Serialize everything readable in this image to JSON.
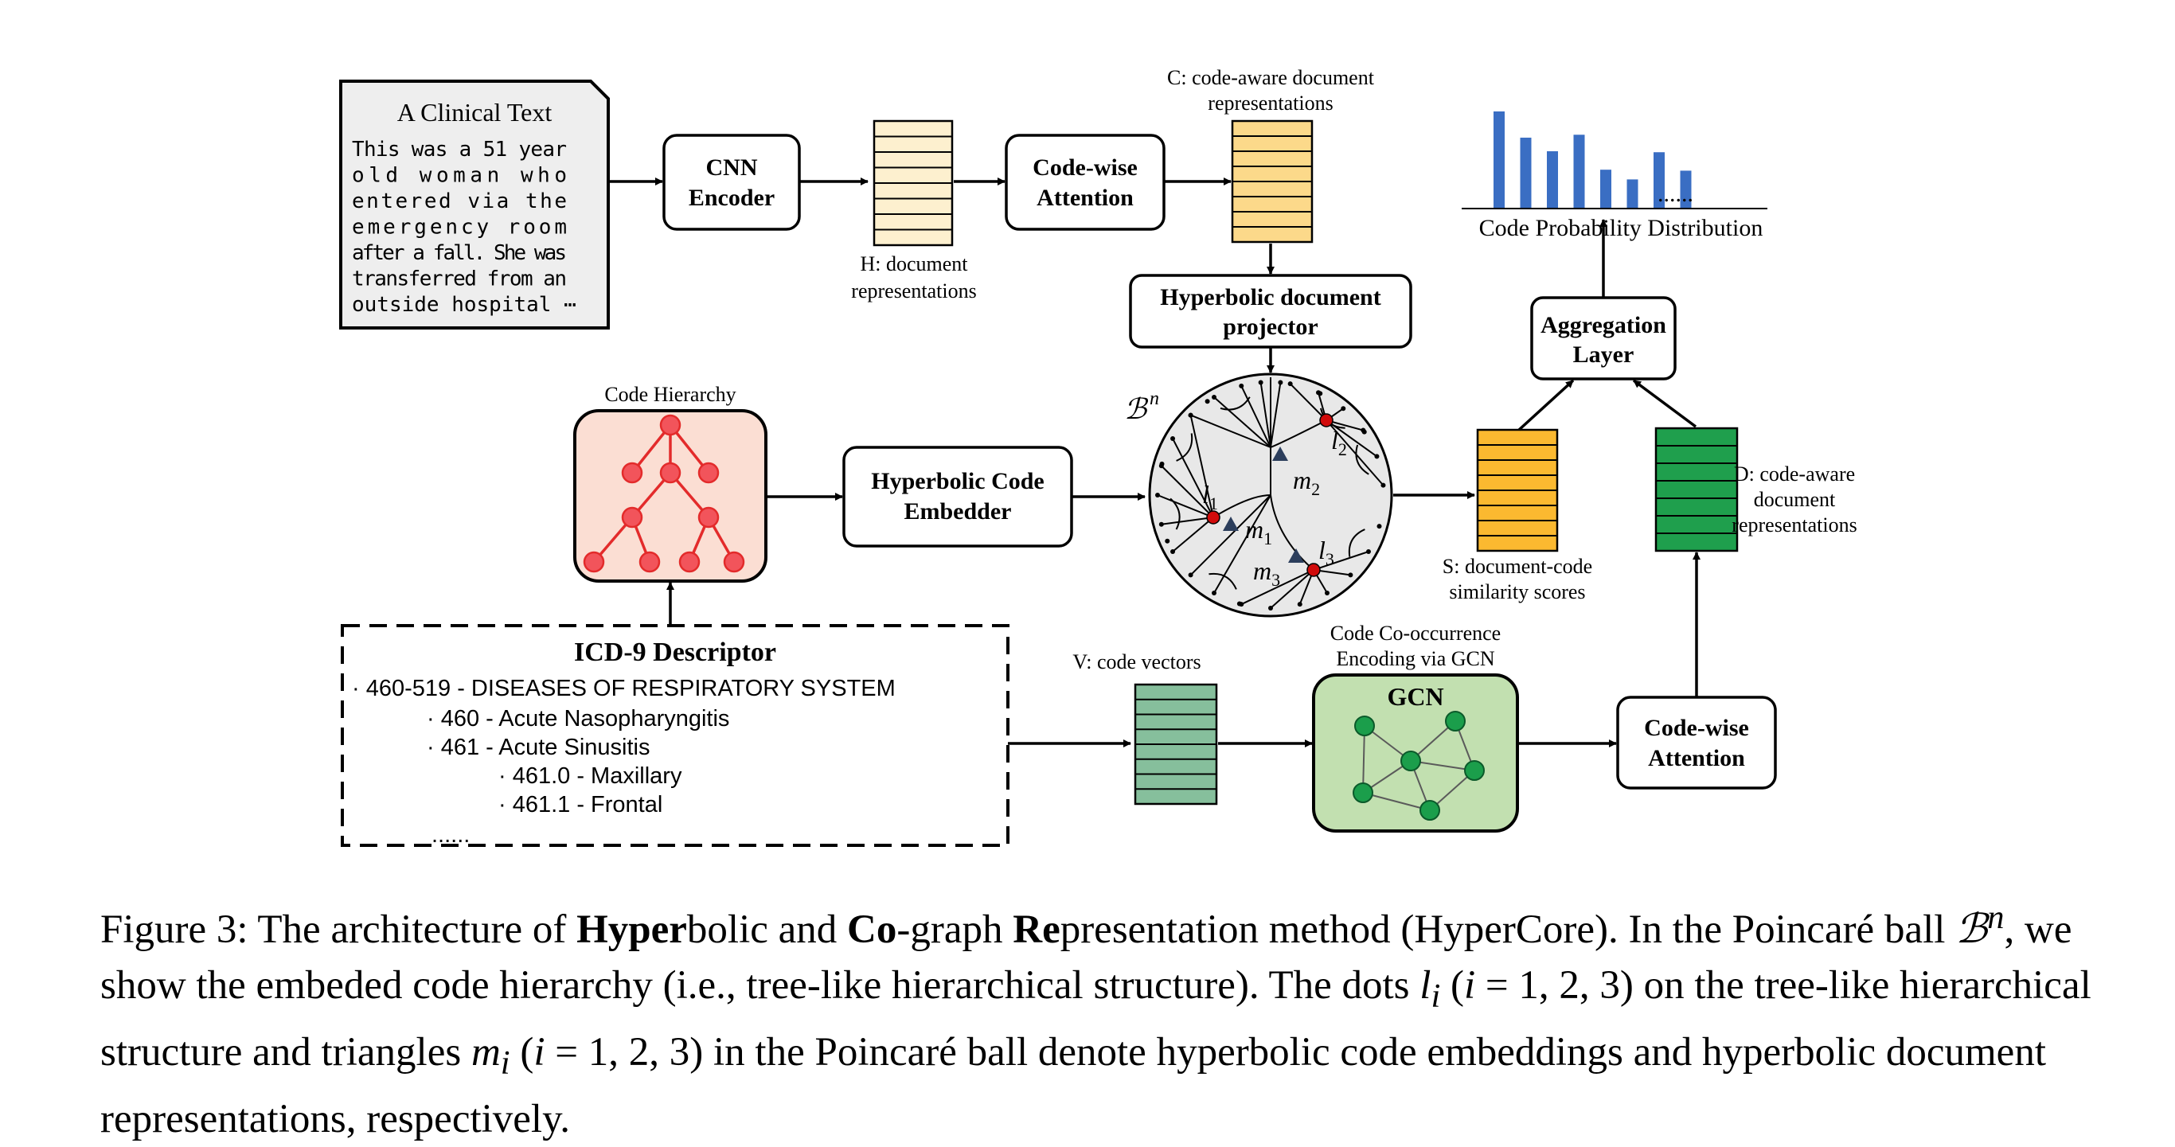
{
  "clinical_text": {
    "title": "A Clinical Text",
    "lines": [
      "This was a 51 year",
      "old woman who",
      "entered via the",
      "emergency room",
      "after a fall. She was",
      "transferred from an",
      "outside hospital ⋯"
    ]
  },
  "boxes": {
    "cnn_encoder": [
      "CNN",
      "Encoder"
    ],
    "code_wise_attention_top": [
      "Code-wise",
      "Attention"
    ],
    "hyperbolic_doc_projector": [
      "Hyperbolic document",
      "projector"
    ],
    "hyperbolic_code_embedder": [
      "Hyperbolic Code",
      "Embedder"
    ],
    "aggregation_layer": [
      "Aggregation",
      "Layer"
    ],
    "code_wise_attention_bottom": [
      "Code-wise",
      "Attention"
    ],
    "gcn": "GCN"
  },
  "labels": {
    "h_repr": [
      "H: document",
      "representations"
    ],
    "c_repr": [
      "C: code-aware document",
      "representations"
    ],
    "code_prob": "Code Probability Distribution",
    "code_prob_dots": "......",
    "code_hierarchy": "Code Hierarchy",
    "ball_symbol": "ℬ",
    "ball_sup": "n",
    "s_scores": [
      "S: document-code",
      "similarity scores"
    ],
    "d_repr": [
      "D: code-aware",
      "document",
      "representations"
    ],
    "v_vectors": "V: code vectors",
    "gcn_caption": [
      "Code Co-occurrence",
      "Encoding via GCN"
    ],
    "ball_points": {
      "l1": {
        "base": "l",
        "sub": "1"
      },
      "l2": {
        "base": "l",
        "sub": "2"
      },
      "l3": {
        "base": "l",
        "sub": "3"
      },
      "m1": {
        "base": "m",
        "sub": "1"
      },
      "m2": {
        "base": "m",
        "sub": "2"
      },
      "m3": {
        "base": "m",
        "sub": "3"
      }
    }
  },
  "icd": {
    "title": "ICD-9 Descriptor",
    "lines": [
      "· 460-519  -  DISEASES OF RESPIRATORY SYSTEM",
      "· 460  -  Acute Nasopharyngitis",
      "· 461  -  Acute Sinusitis",
      "· 461.0  -  Maxillary",
      "· 461.1  -  Frontal",
      "......"
    ]
  },
  "bar_chart": {
    "values": [
      1.0,
      0.73,
      0.59,
      0.76,
      0.4,
      0.3,
      0.58,
      0.39
    ]
  },
  "colors": {
    "h_matrix": "#fdf0cf",
    "c_matrix": "#fcd98a",
    "s_matrix": "#fbb930",
    "d_matrix": "#1f9f4d",
    "v_matrix": "#86bf9c",
    "gcn_fill": "#c2e0b0",
    "gcn_node": "#1b9e4b",
    "tree_fill": "#fbded3",
    "tree_node": "#f2545b",
    "tree_edge": "#e32b2b",
    "bars": "#3a6ec3",
    "text_box": "#eeeeee",
    "ball_fill": "#e8e8e8",
    "ball_red": "#d10b0b",
    "ball_triangle": "#2c3e5c"
  },
  "caption": {
    "p1": "Figure 3: The architecture of ",
    "b1": "Hyper",
    "p2": "bolic and ",
    "b2": "Co",
    "p3": "-graph ",
    "b3": "Re",
    "p4": "presentation method (HyperCore). In the Poincaré ball ",
    "ball_symbol": "ℬ",
    "ball_sup": "n",
    "p5": ", we show the embeded code hierarchy (i.e., tree-like hierarchical structure). The dots ",
    "l_var": "l",
    "sub_i": "i",
    "open_i": " (",
    "i_var": "i",
    "eq": " = 1, 2, 3)",
    "p6": " on the tree-like hierarchical structure and triangles ",
    "m_var": "m",
    "p7": " in the Poincaré ball denote hyperbolic code embeddings and hyperbolic document representations, respectively."
  }
}
